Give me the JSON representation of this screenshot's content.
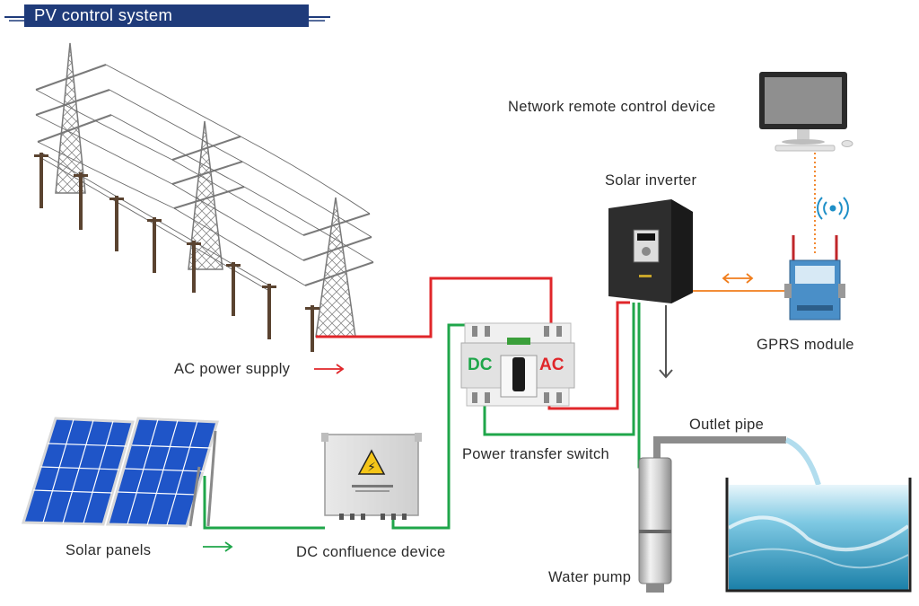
{
  "title": "PV control system",
  "labels": {
    "network_remote": "Network remote control device",
    "solar_inverter": "Solar inverter",
    "gprs_module": "GPRS module",
    "ac_power_supply": "AC power supply",
    "power_transfer_switch": "Power transfer switch",
    "outlet_pipe": "Outlet pipe",
    "solar_panels": "Solar panels",
    "dc_confluence": "DC confluence device",
    "water_pump": "Water pump"
  },
  "switch_labels": {
    "dc": "DC",
    "ac": "AC"
  },
  "colors": {
    "ac_line": "#e0262a",
    "dc_line": "#1fa64a",
    "comm_line": "#f07d1c",
    "title_bg": "#1f3b7a",
    "panel_cell": "#1f55c8",
    "water": "#5fb6d8"
  },
  "icons": [
    "transmission-tower-icon",
    "utility-pole-icon",
    "solar-panel-icon",
    "junction-box-icon",
    "transfer-switch-icon",
    "inverter-icon",
    "gprs-router-icon",
    "desktop-computer-icon",
    "wireless-signal-icon",
    "submersible-pump-icon",
    "water-tank-icon",
    "warning-triangle-icon"
  ]
}
